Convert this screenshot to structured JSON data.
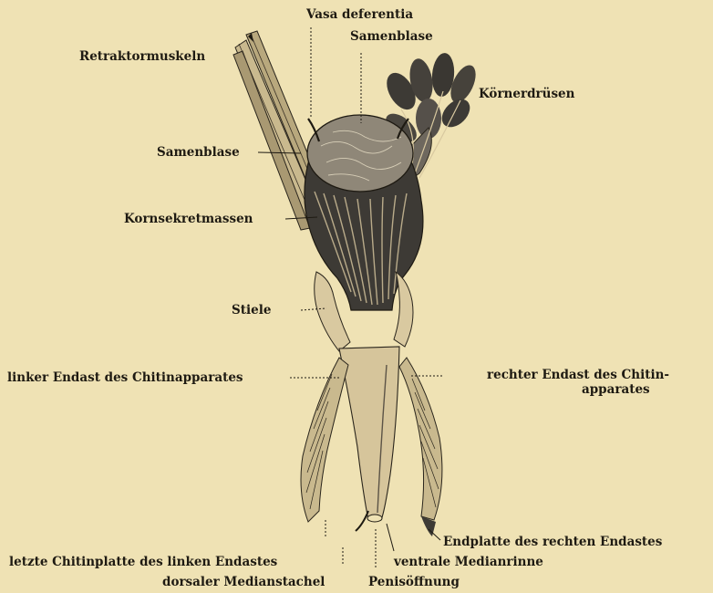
{
  "labels": {
    "vasa_deferentia": "Vasa deferentia",
    "samenblase_top": "Samenblase",
    "retraktormuskeln": "Retraktormuskeln",
    "koernerdruesen": "Körnerdrüsen",
    "samenblase_left": "Samenblase",
    "kornsekretmassen": "Kornsekretmassen",
    "stiele": "Stiele",
    "linker_endast": "linker Endast des Chitinapparates",
    "rechter_endast_1": "rechter Endast des Chitin-",
    "rechter_endast_2": "apparates",
    "endplatte": "Endplatte des rechten Endastes",
    "letzte_chitinplatte": "letzte Chitinplatte des linken Endastes",
    "ventrale_medianrinne": "ventrale Medianrinne",
    "dorsaler_medianstachel": "dorsaler Medianstachel",
    "penisoeffnung": "Penisöffnung"
  },
  "colors": {
    "background": "#efe2b4",
    "ink": "#1e1a12",
    "chitin": "#d9c9a0",
    "dark_tissue": "#3d3a35",
    "vesicle": "#8f8778"
  }
}
